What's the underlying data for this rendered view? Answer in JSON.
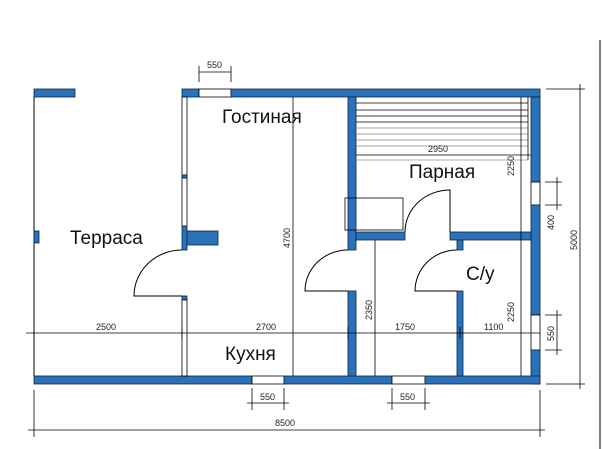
{
  "rooms": {
    "terrace": "Терраса",
    "living": "Гостиная",
    "steam": "Парная",
    "wc": "С/у",
    "kitchen": "Кухня"
  },
  "dims": {
    "top_window": "550",
    "bottom_window_1": "550",
    "bottom_window_2": "550",
    "right_window_1": "400",
    "right_window_2": "550",
    "total_width": "8500",
    "total_height": "5000",
    "terrace_width": "2500",
    "living_width": "2700",
    "corridor_width": "1750",
    "wc_width": "1100",
    "living_height": "4700",
    "steam_width": "2950",
    "steam_height": "2250",
    "wc_height": "2250",
    "corridor_height": "2350"
  },
  "colors": {
    "wall": "#2a72ba"
  }
}
